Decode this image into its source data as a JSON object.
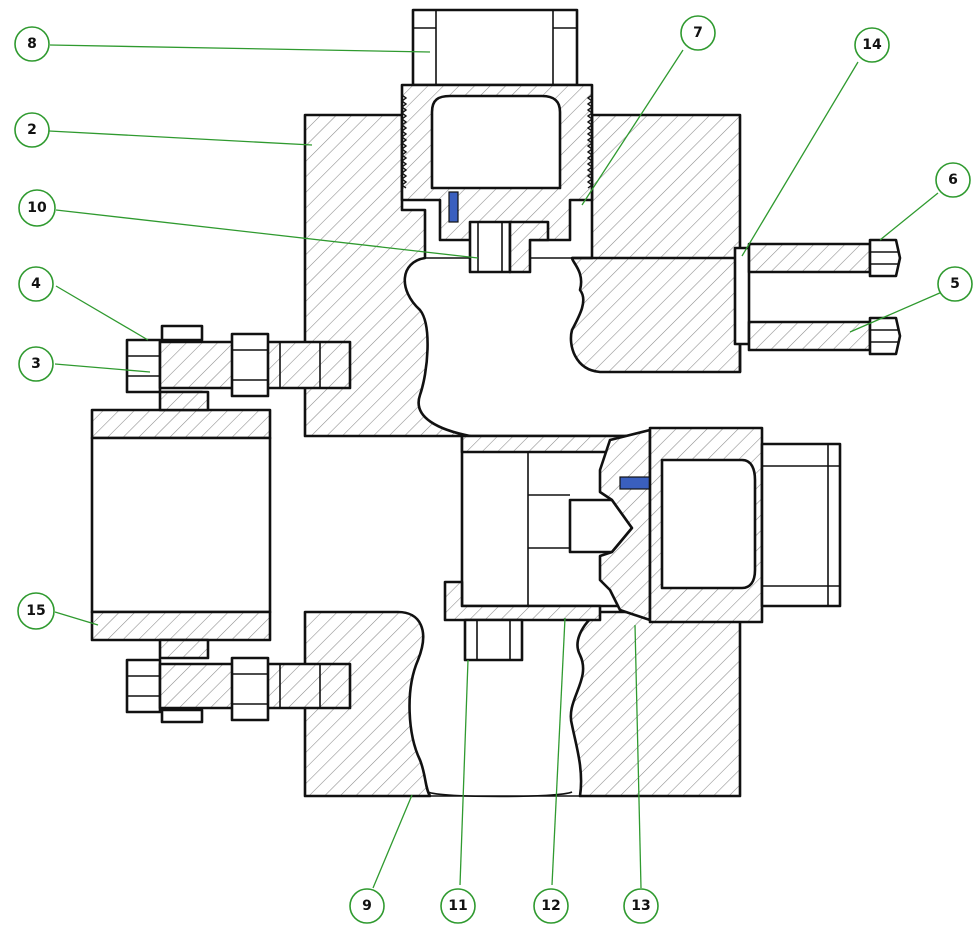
{
  "drawing": {
    "colors": {
      "outline": "#111111",
      "hatch": "#8a8a8a",
      "leader": "#2f9a2f",
      "screw": "#3a5fbf"
    },
    "balloons": [
      "8",
      "7",
      "14",
      "6",
      "2",
      "10",
      "4",
      "5",
      "3",
      "15",
      "9",
      "11",
      "12",
      "13"
    ]
  }
}
